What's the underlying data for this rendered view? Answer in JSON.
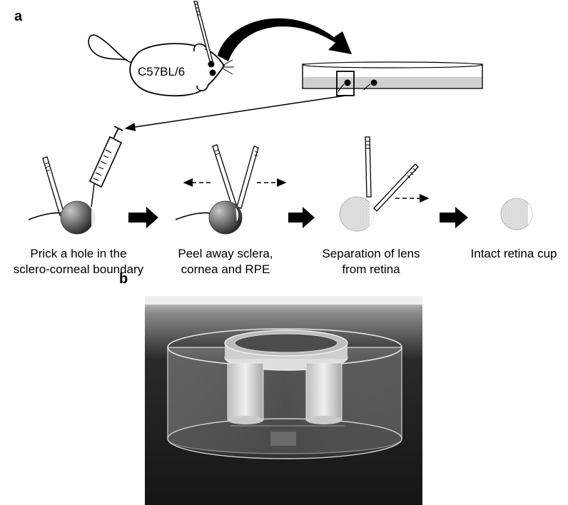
{
  "panel_a": {
    "letter": "a",
    "mouse_label": "C57BL/6",
    "steps": [
      {
        "line1": "Prick a hole in the",
        "line2": "sclero-corneal boundary"
      },
      {
        "line1": "Peel away sclera,",
        "line2": "cornea and RPE"
      },
      {
        "line1": "Separation of lens",
        "line2": "from retina"
      },
      {
        "line1": "Intact retina cup",
        "line2": ""
      }
    ]
  },
  "panel_b": {
    "letter": "b"
  }
}
